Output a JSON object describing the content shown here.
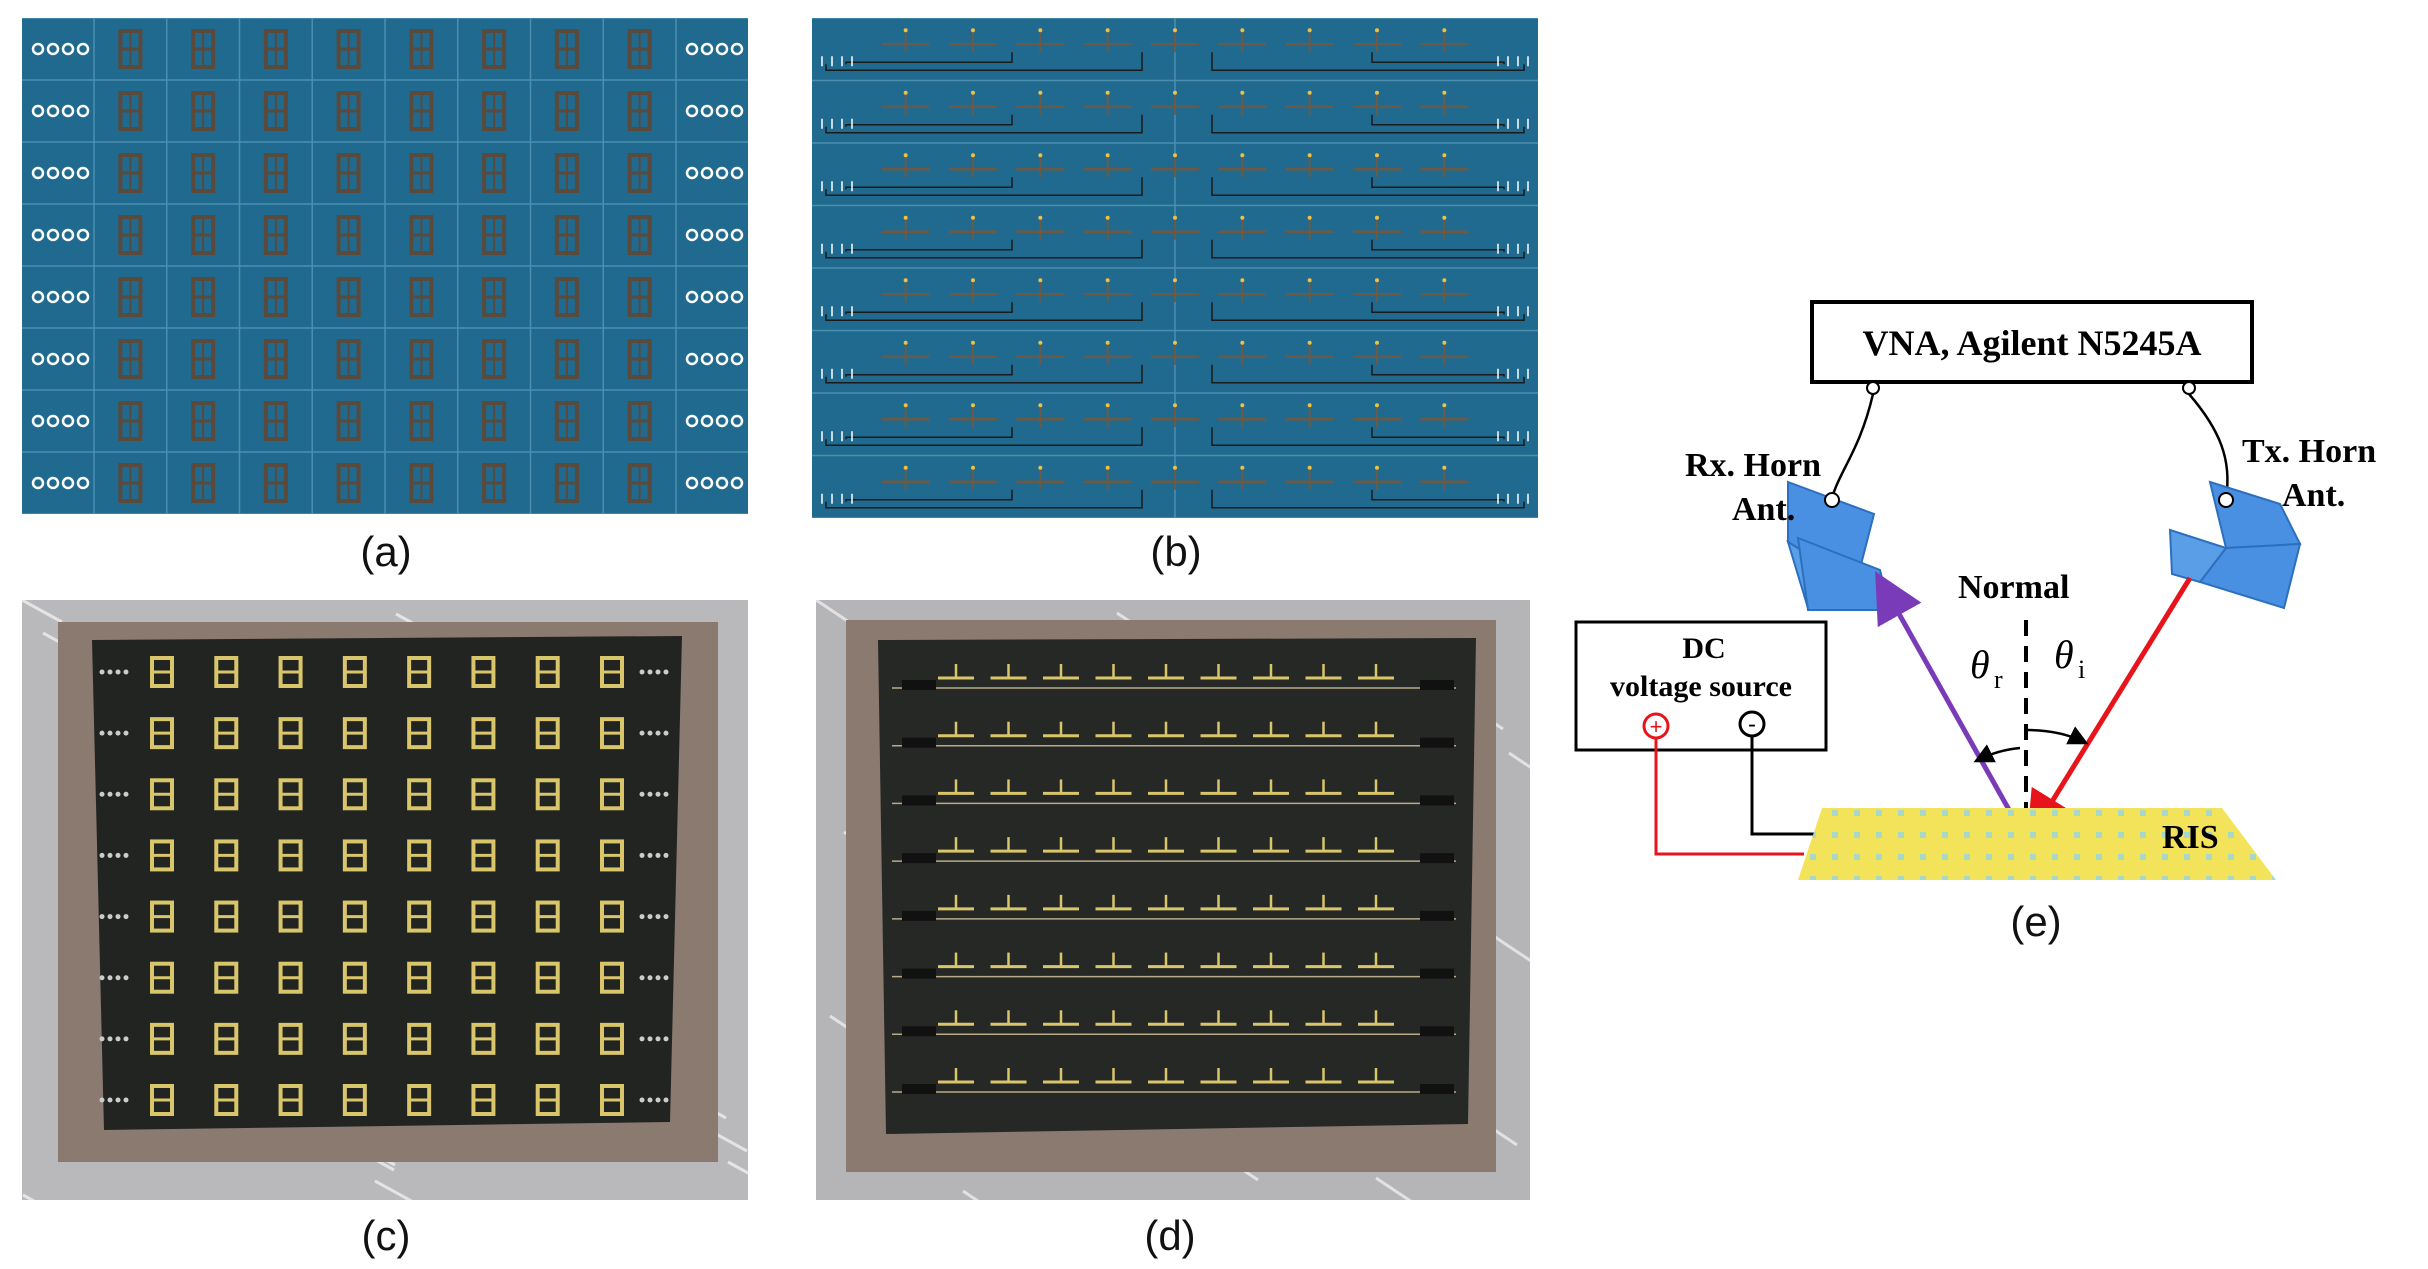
{
  "panels": {
    "a": {
      "caption": "(a)",
      "rows": 8,
      "cols": 8
    },
    "b": {
      "caption": "(b)",
      "rows": 8,
      "cols": 9
    },
    "c": {
      "caption": "(c)",
      "rows": 8,
      "cols": 8
    },
    "d": {
      "caption": "(d)",
      "rows": 8,
      "cols": 9
    },
    "e": {
      "caption": "(e)"
    }
  },
  "diagram": {
    "vna_label": "VNA, Agilent N5245A",
    "rx_label_line1": "Rx. Horn",
    "rx_label_line2": "Ant.",
    "tx_label_line1": "Tx. Horn",
    "tx_label_line2": "Ant.",
    "normal_label": "Normal",
    "theta_r": "θ",
    "theta_r_sub": "r",
    "theta_i": "θ",
    "theta_i_sub": "i",
    "dc_line1": "DC",
    "dc_line2": "voltage source",
    "plus_symbol": "+",
    "minus_symbol": "-",
    "ris_label": "RIS"
  },
  "colors": {
    "pcb_blue": "#1f6a8e",
    "horn_blue": "#4a90e2",
    "incident_ray": "#e8141b",
    "reflected_ray": "#7a3bb8",
    "ris_yellow": "#f3e35a"
  }
}
